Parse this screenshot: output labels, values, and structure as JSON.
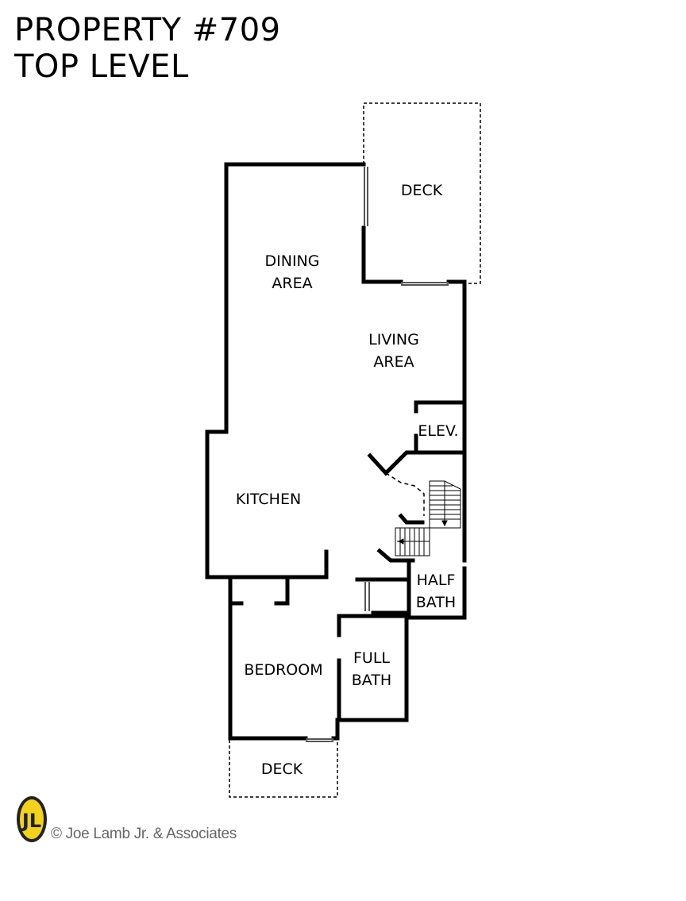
{
  "header": {
    "title_line1": "PROPERTY #709",
    "title_line2": "TOP LEVEL"
  },
  "rooms": {
    "deck_top": "DECK",
    "dining_1": "DINING",
    "dining_2": "AREA",
    "living_1": "LIVING",
    "living_2": "AREA",
    "elevator": "ELEV.",
    "kitchen": "KITCHEN",
    "half_bath_1": "HALF",
    "half_bath_2": "BATH",
    "bedroom": "BEDROOM",
    "full_bath_1": "FULL",
    "full_bath_2": "BATH",
    "deck_bottom": "DECK"
  },
  "footer": {
    "logo_text": "JL",
    "copyright": "© Joe Lamb Jr. & Associates"
  },
  "colors": {
    "wall": "#000000",
    "logo_yellow": "#f2d21a",
    "logo_dark": "#222222",
    "copyright_gray": "#666666"
  }
}
